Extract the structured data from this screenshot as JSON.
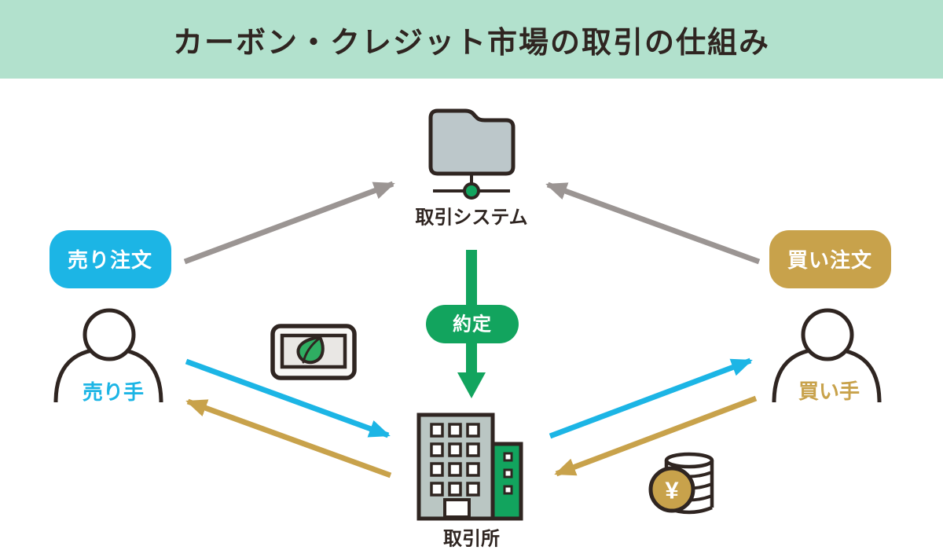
{
  "header": {
    "title": "カーボン・クレジット市場の取引の仕組み",
    "background": "#b2e1cd",
    "text_color": "#2f2521"
  },
  "colors": {
    "outline": "#2f2521",
    "blue": "#1cb5e5",
    "gold": "#c8a24b",
    "green": "#12a45e",
    "gray_arrow": "#9b9593",
    "folder_fill": "#bcc7ca",
    "building_fill": "#bac6c3",
    "card_fill": "#f8f7f5",
    "card_inner_fill": "#e9e7e4",
    "leaf_green": "#2fae62"
  },
  "system": {
    "label": "取引システム",
    "icon": "network-folder-icon"
  },
  "badges": {
    "sell_order": {
      "label": "売り注文",
      "color": "#1cb5e5"
    },
    "buy_order": {
      "label": "買い注文",
      "color": "#c8a24b"
    },
    "execution": {
      "label": "約定",
      "color": "#12a45e"
    }
  },
  "actors": {
    "seller": {
      "label": "売り手",
      "label_color": "#1cb5e5",
      "icon": "person-icon"
    },
    "buyer": {
      "label": "買い手",
      "label_color": "#c8a24b",
      "icon": "person-icon"
    }
  },
  "exchange": {
    "label": "取引所",
    "icon": "building-icon"
  },
  "items": {
    "credit": {
      "icon": "leaf-card-icon"
    },
    "money": {
      "icon": "yen-coins-icon",
      "symbol": "¥"
    }
  },
  "arrows": [
    {
      "name": "sell-order-to-system",
      "from": "売り注文",
      "to": "取引システム",
      "color": "#9b9593"
    },
    {
      "name": "buy-order-to-system",
      "from": "買い注文",
      "to": "取引システム",
      "color": "#9b9593"
    },
    {
      "name": "system-to-exchange",
      "from": "取引システム",
      "to": "取引所",
      "color": "#12a45e",
      "label": "約定"
    },
    {
      "name": "seller-to-exchange",
      "from": "売り手",
      "to": "取引所",
      "color": "#1cb5e5"
    },
    {
      "name": "exchange-to-seller",
      "from": "取引所",
      "to": "売り手",
      "color": "#c8a24b"
    },
    {
      "name": "exchange-to-buyer",
      "from": "取引所",
      "to": "買い手",
      "color": "#1cb5e5"
    },
    {
      "name": "buyer-to-exchange",
      "from": "買い手",
      "to": "取引所",
      "color": "#c8a24b"
    }
  ]
}
